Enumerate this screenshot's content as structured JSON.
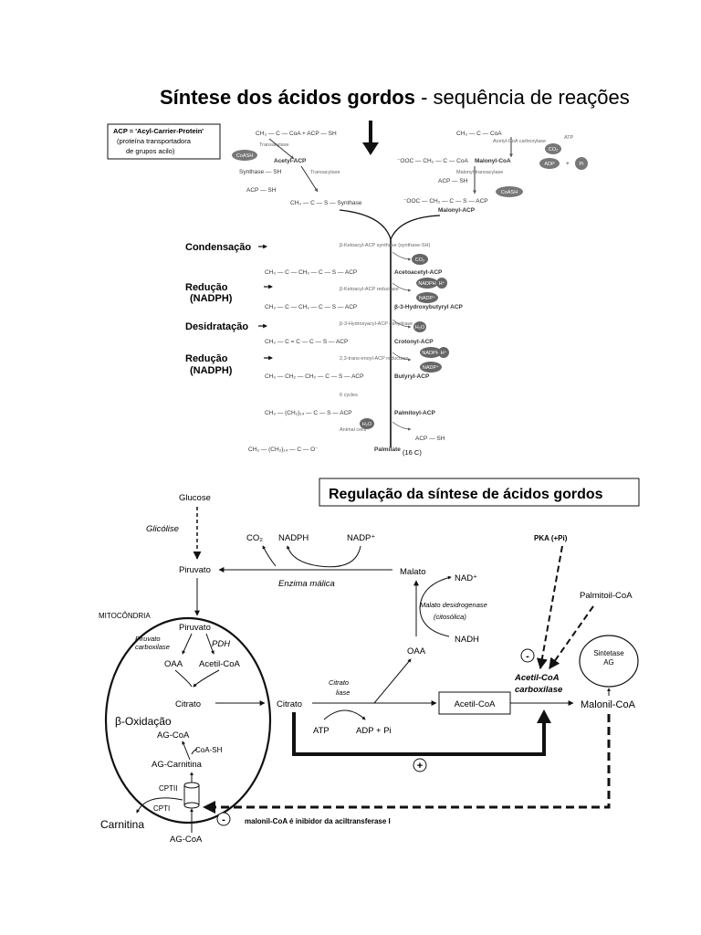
{
  "synthesis": {
    "title_bold": "Síntese dos ácidos gordos",
    "title_rest": " - sequência de reações",
    "acp_note": [
      "ACP = 'Acyl-Carrier-Protein'",
      "(proteína transportadora",
      "de grupos acilo)"
    ],
    "steps": [
      "Condensação",
      "Redução",
      "(NADPH)",
      "Desidratação",
      "Redução",
      "(NADPH)"
    ],
    "left_column": [
      "CH₃ — C — CoA + ACP — SH",
      "Transacylase",
      "CoASH",
      "Acetyl-ACP",
      "Synthase — SH",
      "Transacylase",
      "ACP — SH",
      "CH₃ — C — S — Synthase"
    ],
    "right_column": [
      "CH₃ — C — CoA",
      "Acetyl-CoA carboxylase",
      "ATP",
      "CO₂",
      "ADP",
      "Pi",
      "⁻OOC — CH₂ — C — CoA",
      "Malonyl-CoA",
      "Malonyl transacylase",
      "ACP — SH",
      "CoASH",
      "⁻OOC — CH₂ — C — S — ACP",
      "Malonyl-ACP"
    ],
    "chain": [
      {
        "enzyme": "β-Ketoacyl-ACP synthase (synthase-SH)",
        "struct": "CH₃ — C — CH₂ — C — S — ACP",
        "product": "Acetoacetyl-ACP"
      },
      {
        "enzyme": "β-Ketoacyl-ACP reductase",
        "struct": "CH₃ — C — CH₂ — C — S — ACP",
        "product": "β-3-Hydroxybutyryl ACP"
      },
      {
        "enzyme": "β-3-Hydroxyacyl-ACP dehydrase",
        "struct": "CH₃ — C = C — C — S — ACP",
        "product": "Crotonyl-ACP"
      },
      {
        "enzyme": "2,3-trans-enoyl-ACP reductase",
        "struct": "CH₃ — CH₂ — CH₂ — C — S — ACP",
        "product": "Butyryl-ACP"
      },
      {
        "enzyme": "6 cycles",
        "struct": "CH₃ — (CH₂)₁₄ — C — S — ACP",
        "product": "Palmitoyl-ACP"
      },
      {
        "enzyme": "Animal cells",
        "struct": "CH₃ — (CH₂)₁₄ — C — O⁻",
        "product": "Palmitate"
      }
    ],
    "badges": [
      "CO₂",
      "NADPH",
      "H⁺",
      "NADP⁺",
      "H₂O",
      "NADPH",
      "H⁺",
      "NADP⁺",
      "H₂O"
    ],
    "acp_sh_out": "ACP — SH",
    "palmitate_suffix": "(16 C)"
  },
  "regulation": {
    "title": "Regulação da síntese de ácidos gordos",
    "glucose": "Glucose",
    "glicolise": "Glicólise",
    "piruvato_top": "Piruvato",
    "co2": "CO₂",
    "nadph": "NADPH",
    "nadp": "NADP⁺",
    "enzima_malica": "Enzima málica",
    "malato": "Malato",
    "nad": "NAD⁺",
    "malato_dh": "Malato desidrogenase",
    "citosolica": "(citosólica)",
    "nadh": "NADH",
    "oaa_right": "OAA",
    "pka": "PKA (+Pi)",
    "palmitoil": "Palmitoil-CoA",
    "sintetase": "Sintetase",
    "ag": "AG",
    "acc1": "Acetil-CoA",
    "acc2": "carboxilase",
    "malonil": "Malonil-CoA",
    "mito": "MITOCÔNDRIA",
    "piruvato_in": "Piruvato",
    "piruvato_carb1": "Piruvato",
    "piruvato_carb2": "carboxilase",
    "pdh": "PDH",
    "oaa_in": "OAA",
    "acetilcoa_in": "Acetil-CoA",
    "citrato_in": "Citrato",
    "citrato_out": "Citrato",
    "citrato_liase1": "Citrato",
    "citrato_liase2": "liase",
    "atp": "ATP",
    "adp": "ADP + Pi",
    "acetilcoa_box": "Acetil-CoA",
    "beta_ox": "β-Oxidação",
    "agcoa": "AG-CoA",
    "coash": "CoA-SH",
    "agcarnitina": "AG-Carnitina",
    "cptii": "CPTII",
    "cpti": "CPTI",
    "carnitina": "Carnitina",
    "agcoa_out": "AG-CoA",
    "minus": "-",
    "plus": "+",
    "inhibitor_note": "malonil-CoA é inibidor da aciltransferase I"
  }
}
